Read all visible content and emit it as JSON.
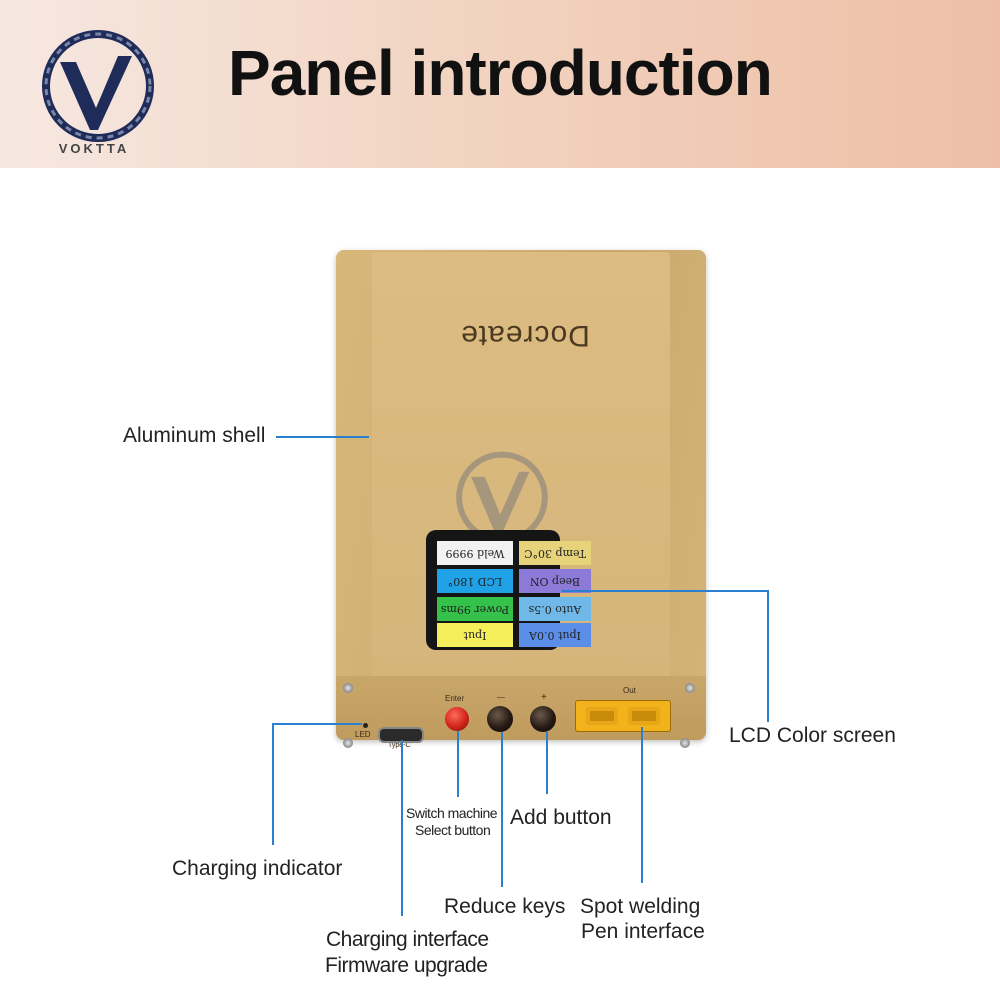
{
  "header": {
    "title": "Panel introduction",
    "brand": "VOKTTA"
  },
  "device": {
    "brand_name": "Docreate",
    "screen_tiles": {
      "weld": "Weld 9999",
      "temp": "Temp 30°C",
      "lcd": "LCD 180°",
      "beep": "Beep ON",
      "power": "Power 99ms",
      "auto": "Auto 0.5s",
      "iput_left": "Iput",
      "iput_right": "Iput 0.0A"
    },
    "panel_labels": {
      "enter": "Enter",
      "minus": "—",
      "plus": "+",
      "out": "Out",
      "led": "LED",
      "typec": "Type-C"
    }
  },
  "callouts": {
    "aluminum_shell": "Aluminum shell",
    "lcd_color_screen": "LCD Color screen",
    "charging_indicator": "Charging indicator",
    "charging_interface_1": "Charging interface",
    "charging_interface_2": "Firmware upgrade",
    "switch_machine_1": "Switch machine",
    "switch_machine_2": "Select button",
    "add_button": "Add button",
    "reduce_keys": "Reduce keys",
    "spot_welding_1": "Spot welding",
    "spot_welding_2": "Pen interface"
  },
  "colors": {
    "accent_line": "#2b7fd0",
    "device_gold": "#d4b479"
  }
}
